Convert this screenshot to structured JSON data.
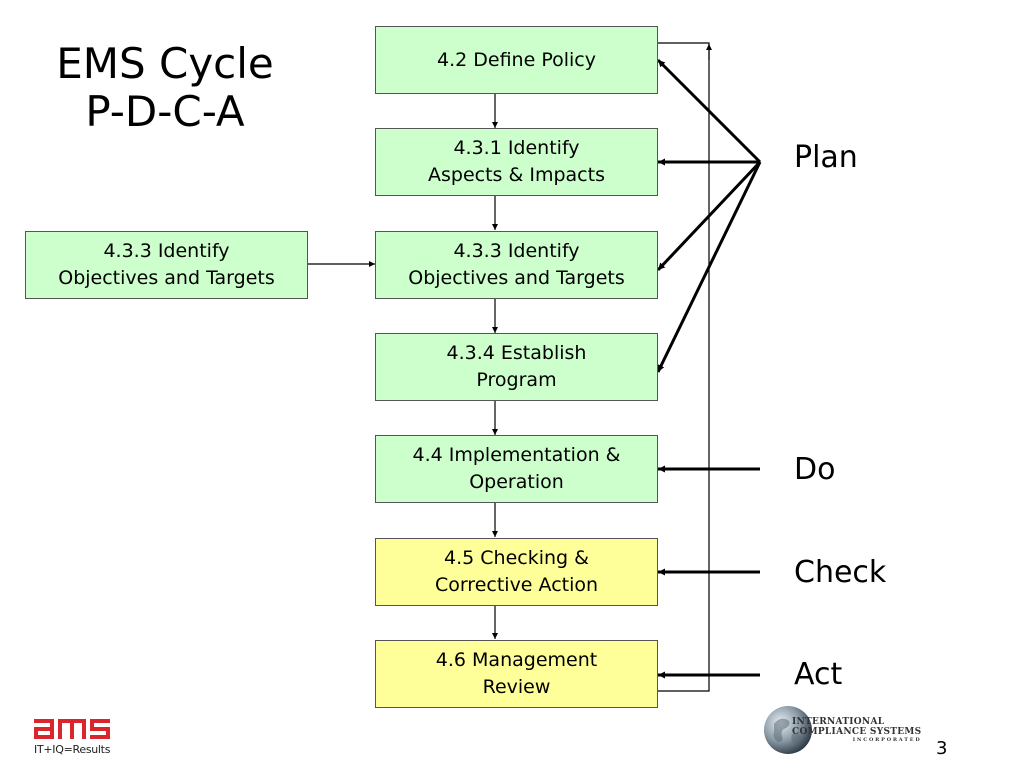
{
  "title": {
    "line1": "EMS Cycle",
    "line2": "P-D-C-A"
  },
  "boxes": {
    "define_policy": "4.2 Define Policy",
    "aspects": "4.3.1 Identify\nAspects & Impacts",
    "objectives_main": "4.3.3 Identify\nObjectives  and Targets",
    "objectives_side": "4.3.3 Identify\nObjectives  and Targets",
    "program": "4.3.4 Establish\nProgram",
    "implementation": "4.4 Implementation &\nOperation",
    "checking": "4.5 Checking &\nCorrective Action",
    "review": "4.6 Management\nReview"
  },
  "phases": {
    "plan": "Plan",
    "do": "Do",
    "check": "Check",
    "act": "Act"
  },
  "footer": {
    "ams_logo": "ams",
    "ams_tagline": "IT+IQ=Results",
    "ics_line1": "INTERNATIONAL",
    "ics_line2": "COMPLIANCE SYSTEMS",
    "ics_line3": "INCORPORATED",
    "page_number": "3"
  },
  "colors": {
    "green_box": "#ccffcc",
    "yellow_box": "#ffff99",
    "ams_red": "#d9252b"
  }
}
